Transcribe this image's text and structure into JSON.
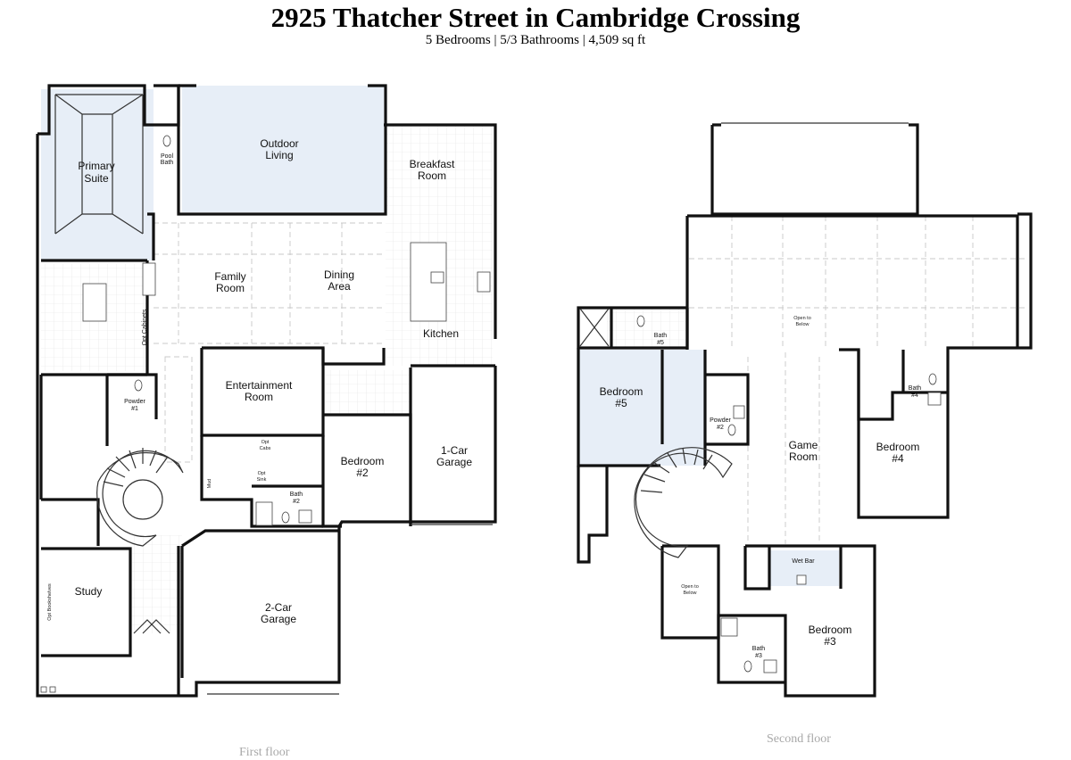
{
  "header": {
    "title": "2925 Thatcher Street in Cambridge Crossing",
    "subtitle": "5 Bedrooms | 5/3 Bathrooms | 4,509 sq ft"
  },
  "captions": {
    "first_floor": "First floor",
    "second_floor": "Second floor"
  },
  "first_floor": {
    "rooms": {
      "primary_suite_1": "Primary",
      "primary_suite_2": "Suite",
      "pool_bath_1": "Pool",
      "pool_bath_2": "Bath",
      "outdoor_living_1": "Outdoor",
      "outdoor_living_2": "Living",
      "breakfast_1": "Breakfast",
      "breakfast_2": "Room",
      "family_1": "Family",
      "family_2": "Room",
      "dining_1": "Dining",
      "dining_2": "Area",
      "kitchen": "Kitchen",
      "opt_cabinets": "Opt Cabinets",
      "powder_1": "Powder",
      "powder_2": "#1",
      "entertainment_1": "Entertainment",
      "entertainment_2": "Room",
      "bedroom2_1": "Bedroom",
      "bedroom2_2": "#2",
      "garage1_1": "1-Car",
      "garage1_2": "Garage",
      "opt_cabs_1": "Opt",
      "opt_cabs_2": "Cabs",
      "opt_sink_1": "Opt",
      "opt_sink_2": "Sink",
      "mud": "Mud",
      "bath2_1": "Bath",
      "bath2_2": "#2",
      "study": "Study",
      "opt_bookshelves": "Opt Bookshelves",
      "garage2_1": "2-Car",
      "garage2_2": "Garage"
    }
  },
  "second_floor": {
    "rooms": {
      "open_below_1": "Open to",
      "open_below_2": "Below",
      "bath5_1": "Bath",
      "bath5_2": "#5",
      "bedroom5_1": "Bedroom",
      "bedroom5_2": "#5",
      "powder2_1": "Powder",
      "powder2_2": "#2",
      "game_1": "Game",
      "game_2": "Room",
      "bath4_1": "Bath",
      "bath4_2": "#4",
      "bedroom4_1": "Bedroom",
      "bedroom4_2": "#4",
      "open_below2_1": "Open to",
      "open_below2_2": "Below",
      "wet_bar": "Wet Bar",
      "bedroom3_1": "Bedroom",
      "bedroom3_2": "#3",
      "bath3_1": "Bath",
      "bath3_2": "#3"
    }
  },
  "colors": {
    "highlight": "#e7eef7",
    "wall": "#111111",
    "caption": "#a8a8a8"
  }
}
